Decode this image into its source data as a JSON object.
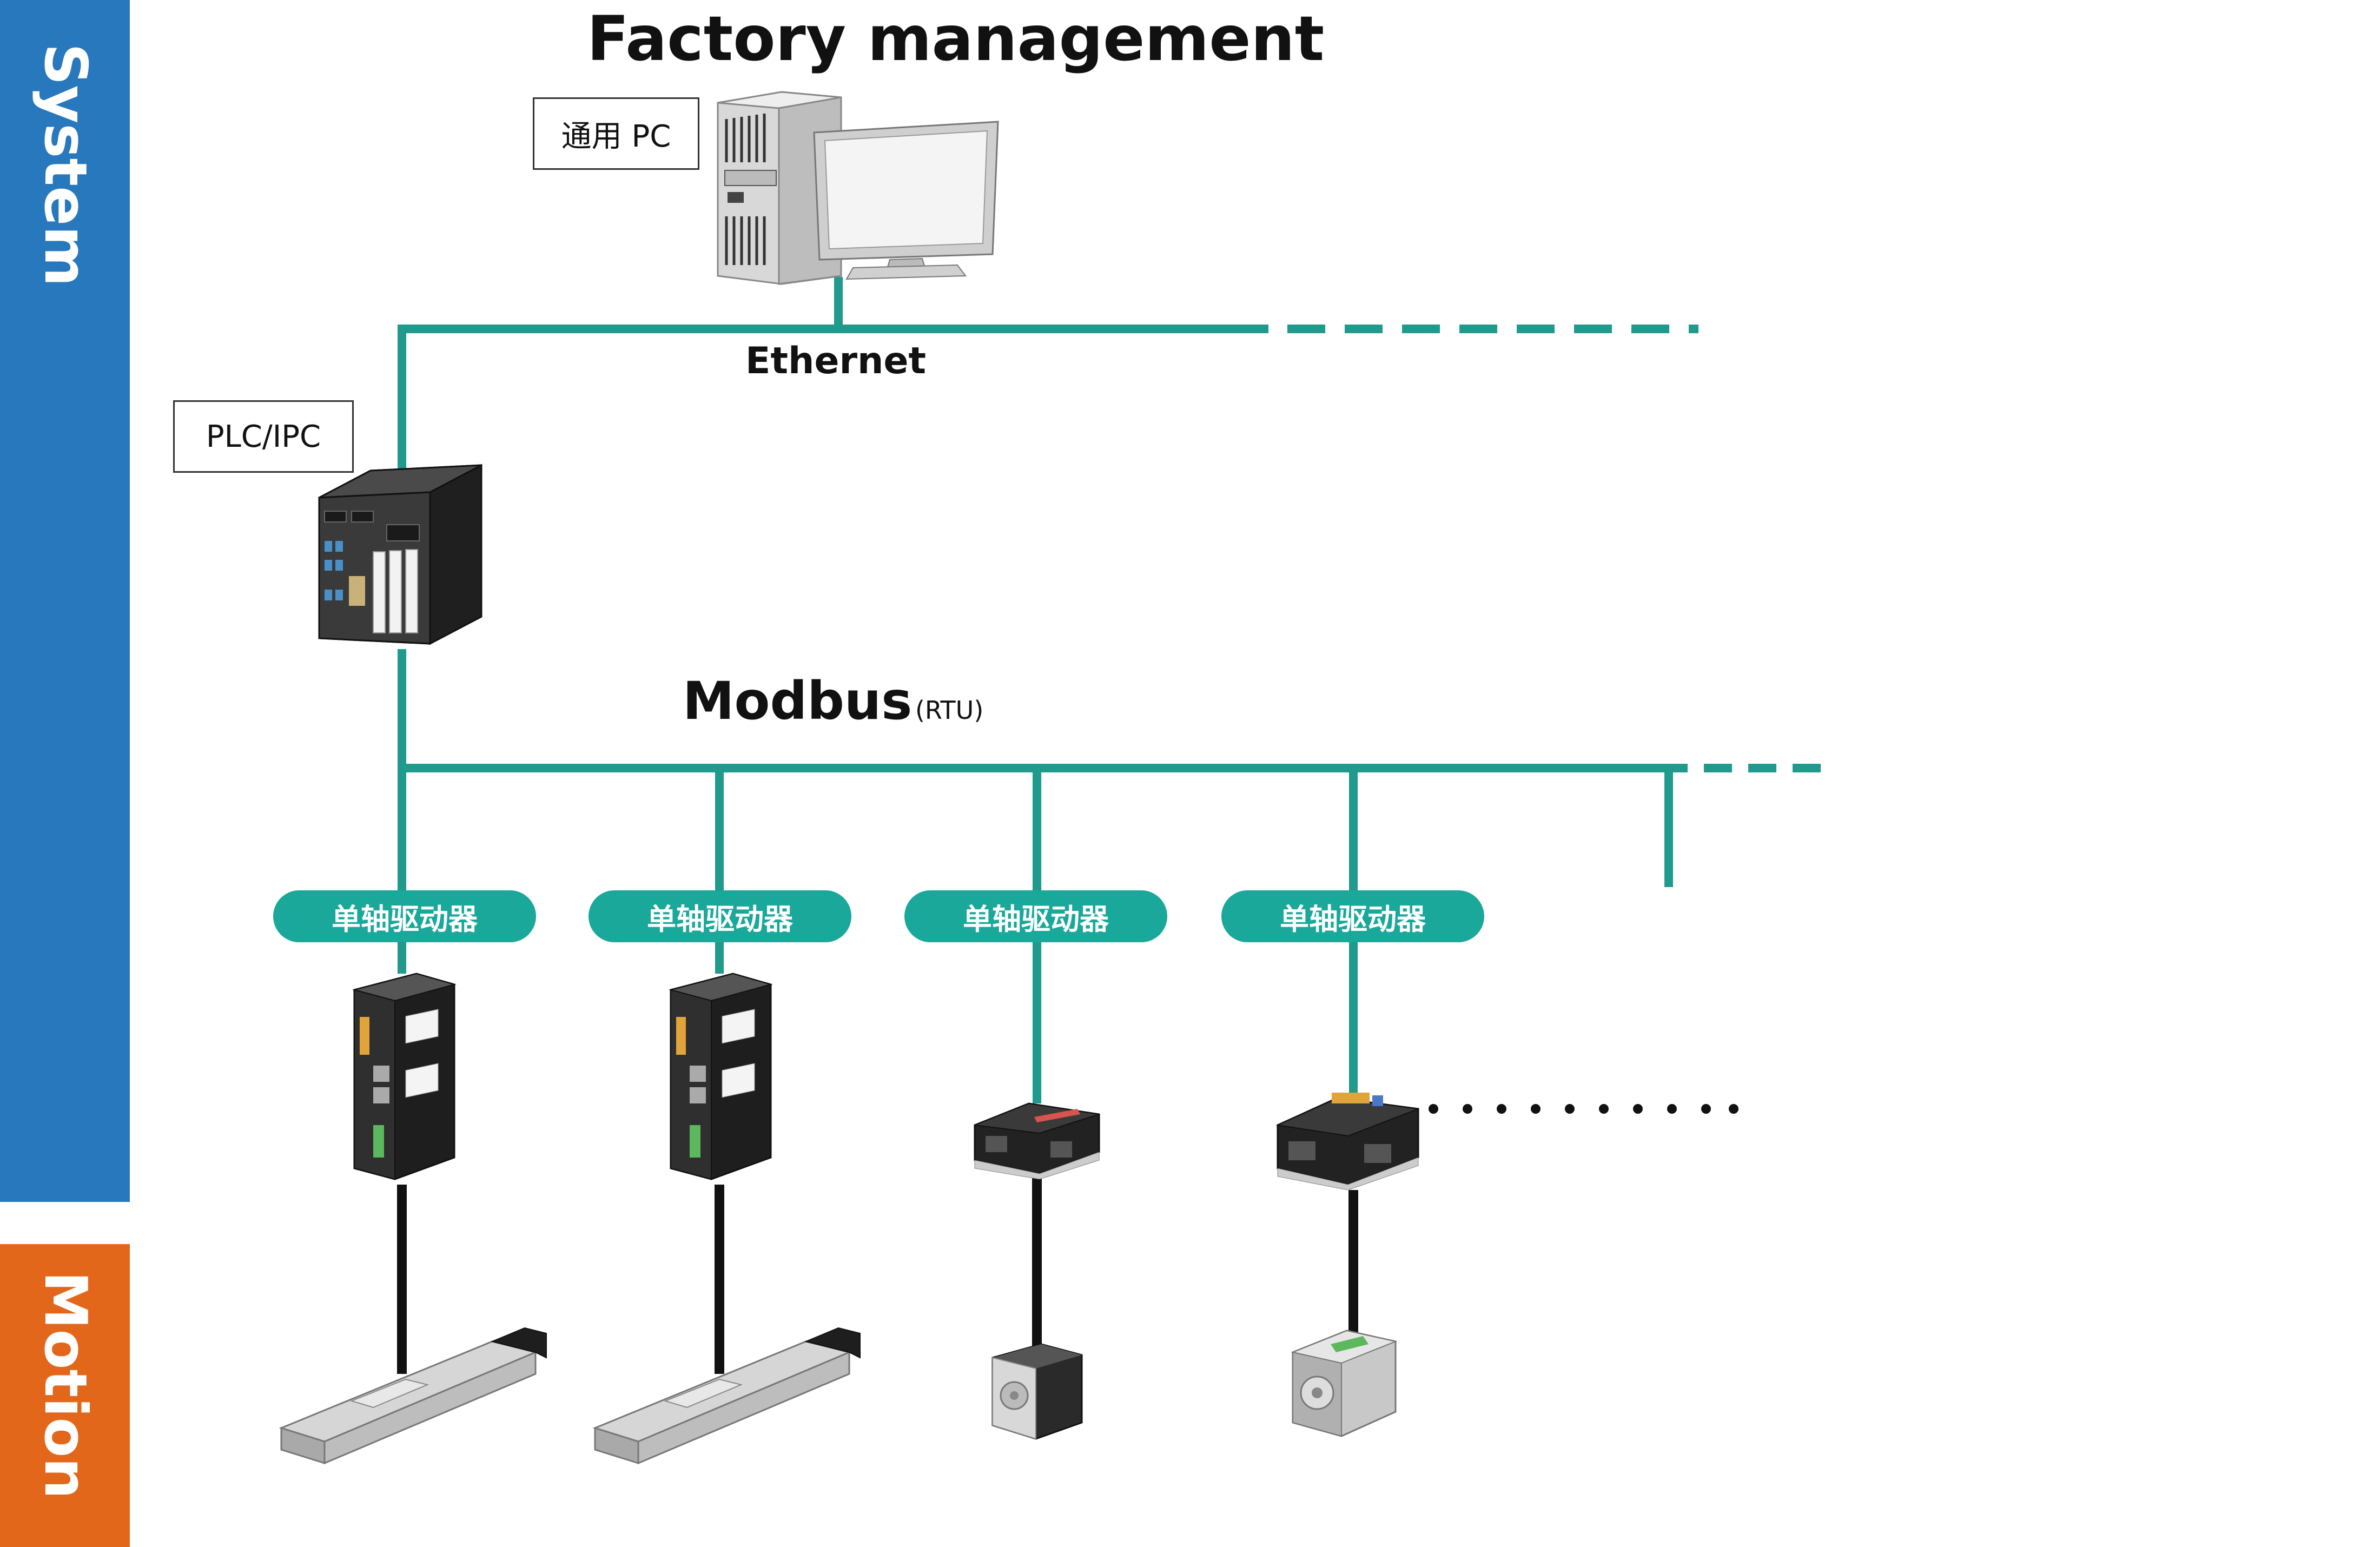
{
  "title": "Factory management",
  "side_bands": {
    "system": {
      "label": "System",
      "color": "#2878bd"
    },
    "motion": {
      "label": "Motion",
      "color": "#e3671b"
    }
  },
  "colors": {
    "bus_line": "#1f9a8c",
    "pill": "#1aa89a",
    "cable": "#111111"
  },
  "devices": {
    "pc_label": "通用 PC",
    "plc_label": "PLC/IPC"
  },
  "networks": {
    "ethernet": "Ethernet",
    "modbus": "Modbus",
    "modbus_sub": "(RTU)"
  },
  "drivers": [
    {
      "label": "单轴驱动器",
      "device": "servo-driver-icon",
      "motor": "linear-actuator-icon"
    },
    {
      "label": "单轴驱动器",
      "device": "servo-driver-icon",
      "motor": "linear-actuator-icon"
    },
    {
      "label": "单轴驱动器",
      "device": "compact-driver-icon",
      "motor": "stepper-motor-icon"
    },
    {
      "label": "单轴驱动器",
      "device": "compact-driver-icon",
      "motor": "geared-motor-icon"
    }
  ]
}
